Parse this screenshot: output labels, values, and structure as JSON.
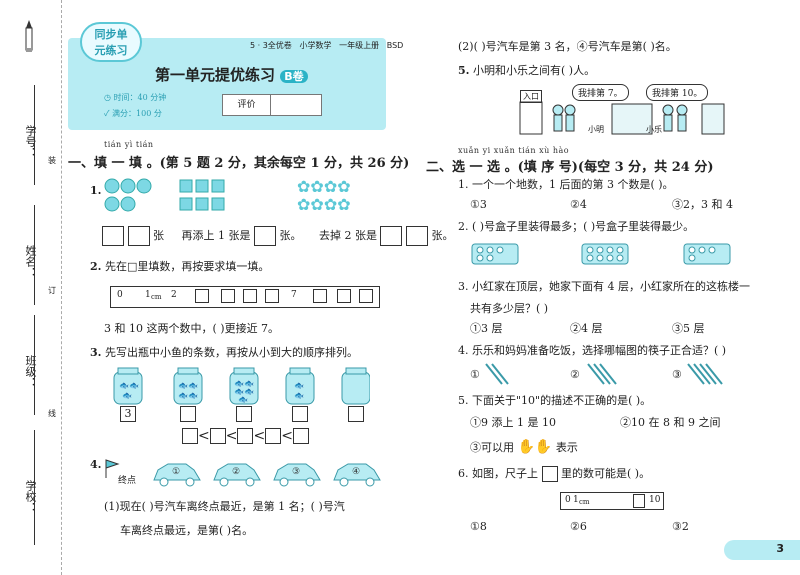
{
  "header": {
    "badge": "同步单元练习",
    "series": "5 · 3全优卷",
    "subject": "小学数学",
    "grade": "一年级上册",
    "edition": "BSD",
    "title": "第一单元提优练习",
    "title_badge": "B卷",
    "time": "时间：40 分钟",
    "score": "满分：100 分",
    "eval_label": "评价"
  },
  "binding": {
    "school": "学校：",
    "class": "班级：",
    "name": "姓名：",
    "student_id": "学号：",
    "seal_words": [
      "装",
      "订",
      "线"
    ]
  },
  "section1": {
    "pinyin": "tián  yì  tián",
    "title": "一、填 一 填 。(第 5 题 2 分，其余每空 1 分，共 26 分)",
    "q1_num": "1.",
    "q1_unit1": "张",
    "q1_mid_prefix": "再添上 1 张是",
    "q1_unit2": "张。",
    "q1_right_prefix": "去掉 2 张是",
    "q1_unit3": "张。",
    "q2_num": "2.",
    "q2_text": "先在□里填数，再按要求填一填。",
    "ruler_labels": [
      "0",
      "1",
      "cm",
      "2",
      "7"
    ],
    "q2_followup": "3 和 10 这两个数中，(      )更接近 7。",
    "q3_num": "3.",
    "q3_text": "先写出瓶中小鱼的条数，再按从小到大的顺序排列。",
    "q3_first_value": "3",
    "q4_num": "4.",
    "q4_finish": "终点",
    "q4_text1": "(1)现在(      )号汽车离终点最近，是第 1 名；(      )号汽",
    "q4_text2": "车离终点最远，是第(      )名。"
  },
  "right_top": {
    "q4_2": "(2)(      )号汽车是第 3 名，④号汽车是第(      )名。",
    "q5_num": "5.",
    "q5_text": "小明和小乐之间有(      )人。",
    "entrance": "入口",
    "speech1": "我排第 7。",
    "speech2": "我排第 10。",
    "name1": "小明",
    "name2": "小乐"
  },
  "section2": {
    "pinyin": "xuǎn  yi  xuǎn        tián  xù  hào",
    "title": "二、选 一 选 。(填 序 号)(每空 3 分，共 24 分)",
    "q1": "1. 一个一个地数，1 后面的第 3 个数是(      )。",
    "q1_opts": [
      "①3",
      "②4",
      "③2，3 和 4"
    ],
    "q2": "2. (      )号盒子里装得最多；(      )号盒子里装得最少。",
    "q3_line1": "3. 小红家在顶层，她家下面有 4 层，小红家所在的这栋楼一",
    "q3_line2": "共有多少层？(      )",
    "q3_opts": [
      "①3 层",
      "②4 层",
      "③5 层"
    ],
    "q4": "4. 乐乐和妈妈准备吃饭，选择哪幅图的筷子正合适？(      )",
    "q4_opts": [
      "①",
      "②",
      "③"
    ],
    "q5": "5. 下面关于\"10\"的描述不正确的是(      )。",
    "q5_opt1": "①9 添上 1 是 10",
    "q5_opt2": "②10 在 8 和 9 之间",
    "q5_opt3a": "③可以用",
    "q5_opt3b": "表示",
    "q6_a": "6. 如图，尺子上",
    "q6_b": "里的数可能是(      )。",
    "q6_ruler": [
      "0",
      "1",
      "cm",
      "10"
    ],
    "q6_opts": [
      "①8",
      "②6",
      "③2"
    ]
  },
  "page_number": "3",
  "colors": {
    "accent": "#5bc8d6",
    "light": "#b7ecf3",
    "title_badge": "#2bb3c6"
  }
}
